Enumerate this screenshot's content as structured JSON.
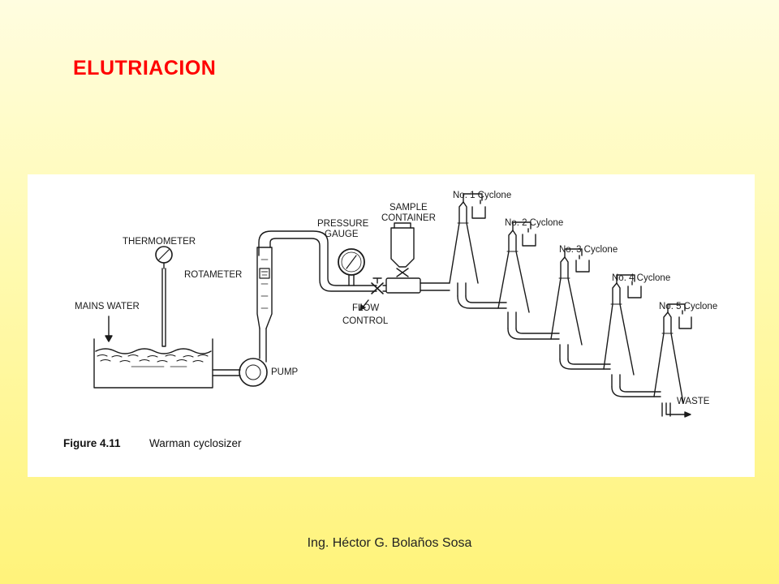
{
  "slide": {
    "title": "ELUTRIACION",
    "footer": "Ing. Héctor G. Bolaños Sosa"
  },
  "figure": {
    "labels": {
      "thermometer": "THERMOMETER",
      "rotameter": "ROTAMETER",
      "mains_water": "MAINS WATER",
      "pump": "PUMP",
      "pressure_line1": "PRESSURE",
      "pressure_line2": "GAUGE",
      "sample_line1": "SAMPLE",
      "sample_line2": "CONTAINER",
      "flow_line1": "FLOW",
      "flow_line2": "CONTROL",
      "waste": "WASTE"
    },
    "cyclones": [
      "No. 1 Cyclone",
      "No. 2 Cyclone",
      "No. 3 Cyclone",
      "No. 4 Cyclone",
      "No. 5 Cyclone"
    ],
    "caption": {
      "number": "Figure 4.11",
      "text": "Warman cyclosizer"
    }
  },
  "colors": {
    "title": "#ff0000",
    "line": "#1a1a1a",
    "panel": "#ffffff"
  }
}
